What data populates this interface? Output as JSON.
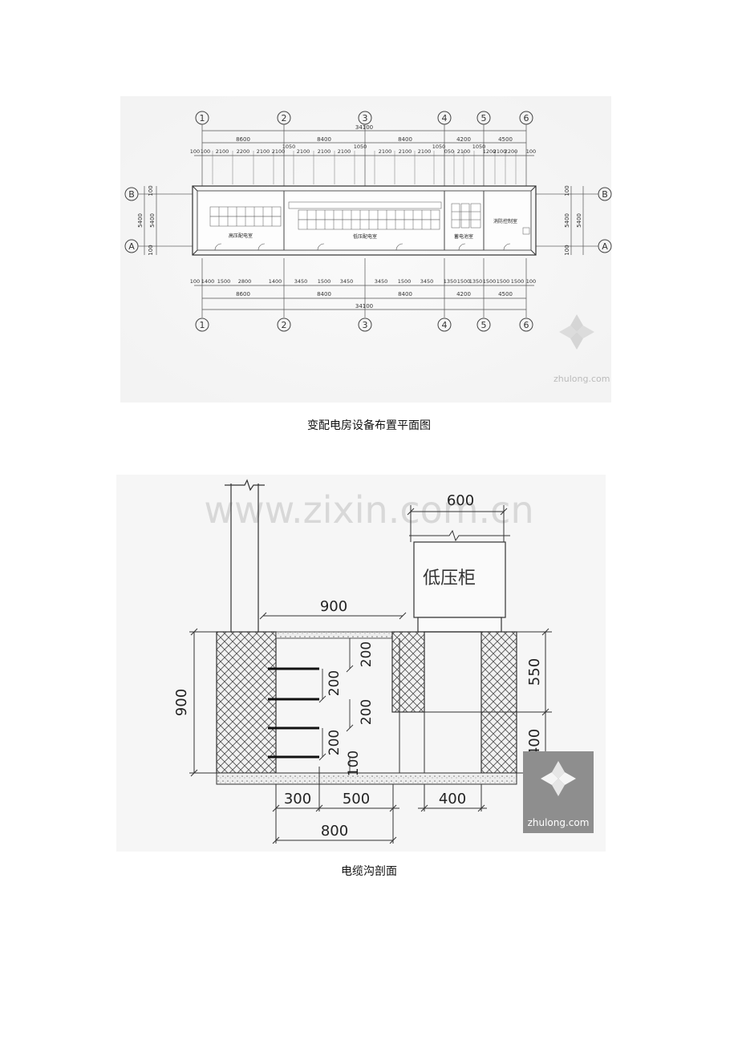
{
  "figure1": {
    "caption": "变配电房设备布置平面图",
    "axes": [
      "1",
      "2",
      "3",
      "4",
      "5",
      "6"
    ],
    "rows": [
      "B",
      "A"
    ],
    "overall_dim": "34100",
    "bay_dims": [
      "8600",
      "8400",
      "8400",
      "4200",
      "4500"
    ],
    "top_detail_dims": [
      "100",
      "100",
      "2100",
      "2200",
      "2100",
      "2100",
      "1050",
      "2100",
      "2100",
      "2100",
      "1050",
      "2100",
      "2100",
      "2100",
      "1050",
      "050",
      "2100",
      "1050",
      "1200",
      "2100",
      "2200",
      "100"
    ],
    "bottom_detail_dims": [
      "100",
      "1400",
      "1500",
      "2800",
      "1400",
      "3450",
      "1500",
      "3450",
      "3450",
      "1500",
      "3450",
      "1350",
      "1500",
      "1350",
      "1500",
      "1500",
      "1500",
      "100"
    ],
    "side_dims": [
      "100",
      "5400",
      "100"
    ],
    "rooms": [
      "高压配电室",
      "低压配电室",
      "蓄电池室",
      "消防控制室"
    ]
  },
  "figure2": {
    "caption": "电缆沟剖面",
    "watermark": "www.zixin.com.cn",
    "cabinet_label": "低压柜",
    "dims": {
      "cabinet_width": "600",
      "trench_inner": "900",
      "height": "900",
      "gap1": "200",
      "gap2": "200",
      "gap3": "200",
      "gap4": "200",
      "gap5": "100",
      "right_upper": "550",
      "right_lower": "400",
      "bottom_left": "300",
      "bottom_mid": "500",
      "bottom_right": "400",
      "bottom_total": "800"
    }
  },
  "logo": {
    "text": "zhulong.com"
  }
}
